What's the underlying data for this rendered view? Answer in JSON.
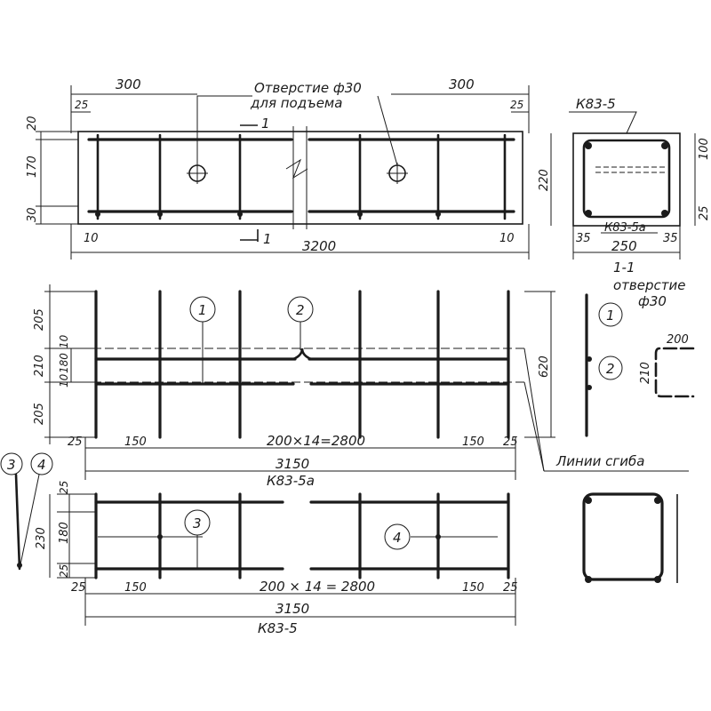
{
  "top_elevation": {
    "dim_left": "300",
    "dim_right": "300",
    "hole_note_line1": "Отверстие ф30",
    "hole_note_line2": "для подъема",
    "edge_left": "25",
    "edge_right": "25",
    "height_top": "20",
    "height_mid": "170",
    "height_bot": "30",
    "end_left": "10",
    "end_right": "10",
    "length": "3200",
    "section_mark_top": "1",
    "section_mark_bot": "1"
  },
  "section_1_1": {
    "cage_label": "К83-5",
    "height": "220",
    "dim_top": "100",
    "dim_bot": "25",
    "inner_label": "К83-5а",
    "left": "35",
    "width": "250",
    "right": "35",
    "title": "1-1",
    "hole_line1": "отверстие",
    "hole_line2": "ф30"
  },
  "mesh_k83_5a": {
    "h1": "205",
    "h2": "210",
    "h3": "205",
    "small_top": "10",
    "small_mid": "180",
    "small_bot": "10",
    "total_h": "620",
    "callout_1": "1",
    "callout_2": "2",
    "end_left": "25",
    "end_right": "25",
    "step_left": "150",
    "step_right": "150",
    "spacing": "200×14=2800",
    "length": "3150",
    "name": "К83-5а"
  },
  "detail_2": {
    "callout_1": "1",
    "callout_2": "2",
    "width": "200",
    "height": "210"
  },
  "bend_note": "Линии сгиба",
  "mesh_k83_5": {
    "h_top": "25",
    "h_mid": "180",
    "h_bot": "25",
    "total_h": "230",
    "callout_3": "3",
    "callout_4": "4",
    "end_left": "25",
    "end_right": "25",
    "step_left": "150",
    "step_right": "150",
    "spacing": "200 × 14 = 2800",
    "length": "3150",
    "name": "К83-5"
  },
  "side_callouts": {
    "c3": "3",
    "c4": "4"
  }
}
